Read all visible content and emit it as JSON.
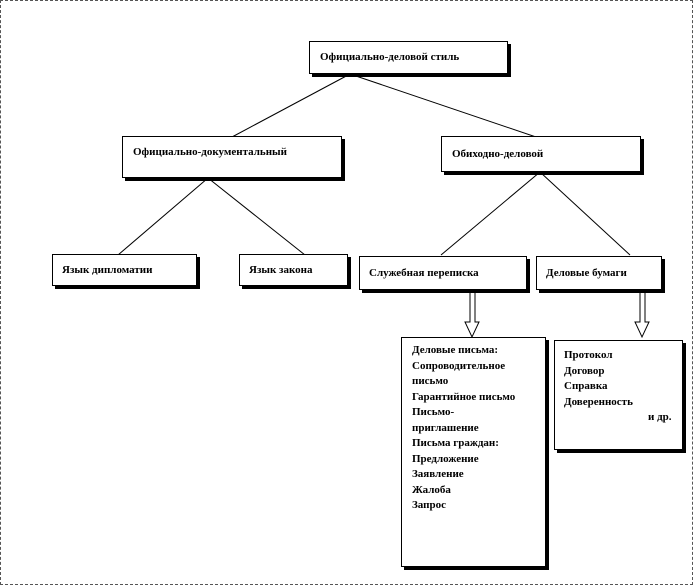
{
  "diagram": {
    "root": "Официально-деловой  стиль",
    "branch_left": "Официально-документальный",
    "branch_right": "Обиходно-деловой",
    "leaf_diplomacy": "Язык дипломатии",
    "leaf_law": "Язык закона",
    "leaf_correspondence": "Служебная переписка",
    "leaf_papers": "Деловые бумаги",
    "correspondence_items": [
      "Деловые письма:",
      "Сопроводительное",
      "письмо",
      "Гарантийное письмо",
      "Письмо-",
      "приглашение",
      "Письма  граждан:",
      "Предложение",
      "Заявление",
      "Жалоба",
      "Запрос"
    ],
    "papers_items": [
      "Протокол",
      "Договор",
      "Справка",
      "Доверенность"
    ],
    "papers_etc": "и др."
  }
}
